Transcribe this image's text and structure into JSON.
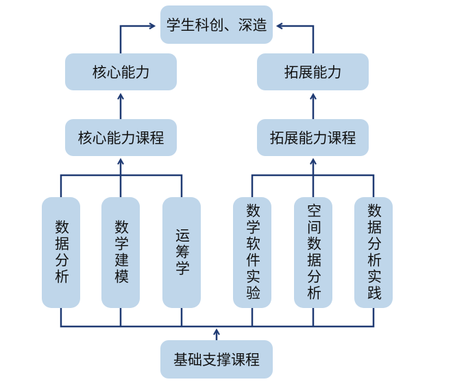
{
  "top": {
    "label": "学生科创、深造"
  },
  "core": {
    "ability": "核心能力",
    "courses": "核心能力课程",
    "subjects": [
      "数据分析",
      "数学建模",
      "运筹学"
    ]
  },
  "ext": {
    "ability": "拓展能力",
    "courses": "拓展能力课程",
    "subjects": [
      "数学软件实验",
      "空间数据分析",
      "数据分析实践"
    ]
  },
  "base": {
    "label": "基础支撑课程"
  },
  "colors": {
    "box_fill": "#bfd6ea",
    "line": "#1f3a73"
  }
}
